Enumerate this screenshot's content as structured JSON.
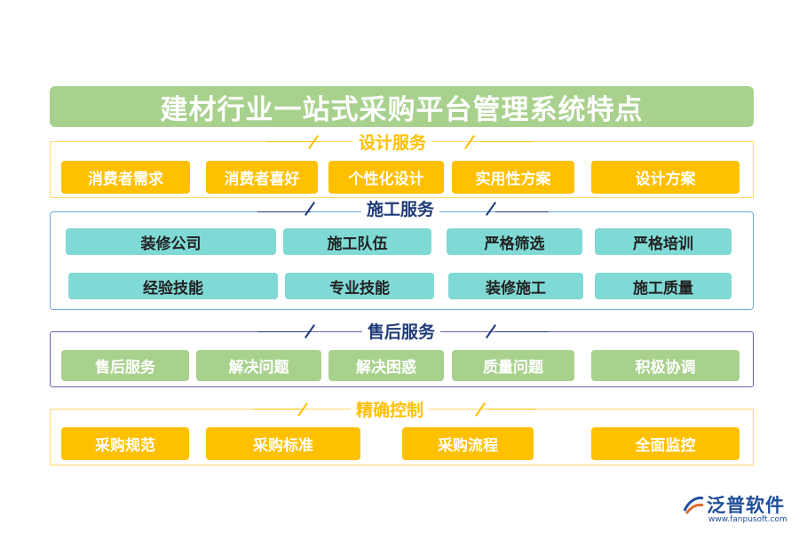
{
  "title": "建材行业一站式采购平台管理系统特点",
  "colors": {
    "yellow": "#ffc000",
    "teal": "#7fd9d5",
    "green": "#a9d18e",
    "teal_border": "#6fa8dc",
    "purple_border": "#6b5fa8",
    "navy_title": "#1f3b7a"
  },
  "sections": [
    {
      "title": "设计服务",
      "items": [
        "消费者需求",
        "消费者喜好",
        "个性化设计",
        "实用性方案",
        "设计方案"
      ]
    },
    {
      "title": "施工服务",
      "items": [
        "装修公司",
        "施工队伍",
        "严格筛选",
        "严格培训",
        "经验技能",
        "专业技能",
        "装修施工",
        "施工质量"
      ]
    },
    {
      "title": "售后服务",
      "items": [
        "售后服务",
        "解决问题",
        "解决困惑",
        "质量问题",
        "积极协调"
      ]
    },
    {
      "title": "精确控制",
      "items": [
        "采购规范",
        "采购标准",
        "采购流程",
        "全面监控"
      ]
    }
  ],
  "logo": {
    "name": "泛普软件",
    "url": "www.fanpusoft.com",
    "icon": "fanpu-logo-icon"
  }
}
